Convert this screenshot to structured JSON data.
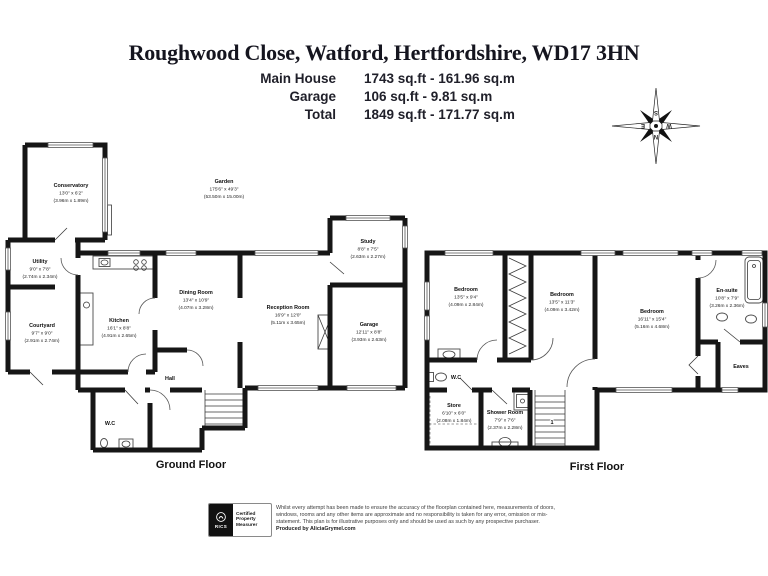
{
  "header": {
    "title": "Roughwood Close, Watford, Hertfordshire, WD17 3HN",
    "areas": [
      {
        "label": "Main House",
        "value": "1743 sq.ft - 161.96 sq.m"
      },
      {
        "label": "Garage",
        "value": "106 sq.ft - 9.81 sq.m"
      },
      {
        "label": "Total",
        "value": "1849 sq.ft - 171.77 sq.m"
      }
    ]
  },
  "compass": {
    "n": "N",
    "s": "S",
    "e": "E",
    "w": "W"
  },
  "ground_floor": {
    "caption": "Ground Floor",
    "rooms": [
      {
        "name": "Garden",
        "imperial": "175'6\" x 49'3\"",
        "metric": "(53.50m x 15.00m)"
      },
      {
        "name": "Conservatory",
        "imperial": "13'0\" x 6'2\"",
        "metric": "(3.96m x 1.89m)"
      },
      {
        "name": "Utility",
        "imperial": "9'0\" x 7'8\"",
        "metric": "(2.74m x 2.34m)"
      },
      {
        "name": "Courtyard",
        "imperial": "9'7\" x 9'0\"",
        "metric": "(2.91m x 2.74m)"
      },
      {
        "name": "Kitchen",
        "imperial": "16'1\" x 8'8\"",
        "metric": "(4.91m x 2.65m)"
      },
      {
        "name": "Dining Room",
        "imperial": "13'4\" x 10'9\"",
        "metric": "(4.07m x 3.28m)"
      },
      {
        "name": "Reception Room",
        "imperial": "16'9\" x 12'0\"",
        "metric": "(5.11m x 3.65m)"
      },
      {
        "name": "Study",
        "imperial": "8'8\" x 7'5\"",
        "metric": "(2.63m x 2.27m)"
      },
      {
        "name": "Garage",
        "imperial": "12'11\" x 8'8\"",
        "metric": "(3.93m x 2.63m)"
      },
      {
        "name": "Hall"
      },
      {
        "name": "W.C"
      }
    ]
  },
  "first_floor": {
    "caption": "First Floor",
    "stair_label": "1",
    "rooms": [
      {
        "name": "Bedroom",
        "imperial": "13'5\" x 9'4\"",
        "metric": "(4.09m x 2.84m)"
      },
      {
        "name": "Bedroom",
        "imperial": "13'5\" x 11'3\"",
        "metric": "(4.09m x 3.42m)"
      },
      {
        "name": "Bedroom",
        "imperial": "16'11\" x 15'4\"",
        "metric": "(5.16m x 4.68m)"
      },
      {
        "name": "En-suite",
        "imperial": "10'8\" x 7'9\"",
        "metric": "(3.26m x 2.36m)"
      },
      {
        "name": "Eaves"
      },
      {
        "name": "W.C"
      },
      {
        "name": "Store",
        "imperial": "6'10\" x 6'0\"",
        "metric": "(2.08m x 1.84m)"
      },
      {
        "name": "Shower Room",
        "imperial": "7'9\" x 7'6\"",
        "metric": "(2.37m x 2.28m)"
      }
    ]
  },
  "footer": {
    "logo": {
      "brand": "RICS",
      "lines": [
        "Certified",
        "Property",
        "Measurer"
      ]
    },
    "disclaimer": "Whilst every attempt has been made to ensure the accuracy of the floorplan contained here, measurements of doors, windows, rooms and any other items are approximate and no responsibility is taken for any error, omission or mis-statement. This plan is for illustrative purposes only and should be used as such by any prospective purchaser. ",
    "produced_by": "Produced by AliciaGrymel.com"
  },
  "colors": {
    "wall": "#161616",
    "text": "#111111"
  }
}
